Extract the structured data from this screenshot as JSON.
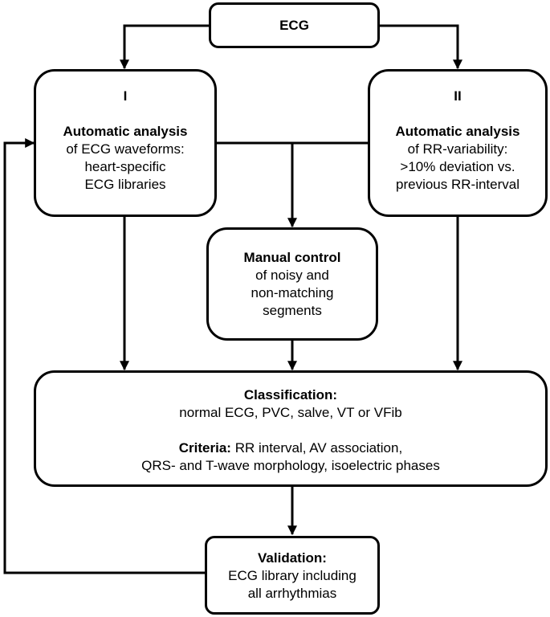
{
  "ecg_box": {
    "title": "ECG"
  },
  "box_i": {
    "numeral": "I",
    "title": "Automatic analysis",
    "lines": [
      "of ECG waveforms:",
      "heart-specific",
      "ECG libraries"
    ]
  },
  "box_ii": {
    "numeral": "II",
    "title": "Automatic analysis",
    "lines": [
      "of RR-variability:",
      ">10% deviation vs.",
      "previous RR-interval"
    ]
  },
  "manual_box": {
    "title": "Manual control",
    "lines": [
      "of noisy and",
      "non-matching",
      "segments"
    ]
  },
  "classification_box": {
    "title": "Classification:",
    "line1": "normal ECG, PVC, salve, VT or VFib",
    "criteria_label": "Criteria:",
    "criteria_text": " RR interval, AV association,",
    "line3": "QRS- and T-wave morphology, isoelectric phases"
  },
  "validation_box": {
    "title": "Validation:",
    "lines": [
      "ECG library including",
      "all arrhythmias"
    ]
  }
}
